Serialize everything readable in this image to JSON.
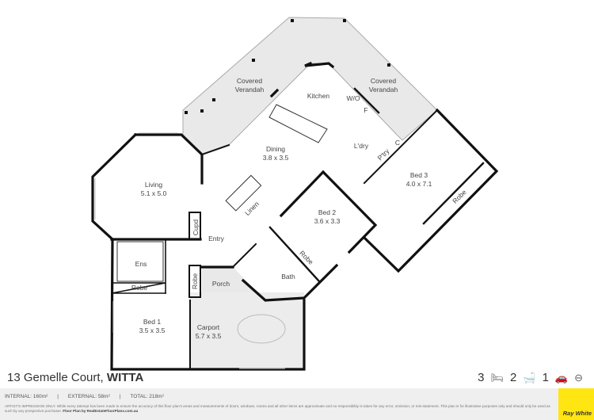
{
  "listing": {
    "street": "13 Gemelle Court,",
    "suburb": "WITTA"
  },
  "features": {
    "bedrooms": "3",
    "bathrooms": "2",
    "car_spaces": "1",
    "icons": [
      "bed-icon",
      "bath-icon",
      "car-icon",
      "compass-icon"
    ]
  },
  "areas": {
    "internal": "INTERNAL: 160m²",
    "external": "EXTERNAL: 58m²",
    "total": "TOTAL: 218m²",
    "separator": "|"
  },
  "disclaimer": {
    "text": "ARTIST'S IMPRESSION ONLY. While every attempt has been made to ensure the accuracy of this floor plan's areas and measurements of doors, windows, rooms and all other items are approximate and no responsibility is taken for any error, omission, or mis-statement. This plan is for illustrative purposes only and should only be used as such by any prospective purchaser.",
    "credit": "Floor Plan by RealEstateFloorPlans.com.au"
  },
  "brand": {
    "name": "Ray White",
    "color": "#ffe512"
  },
  "rooms": {
    "verandah_left": {
      "l1": "Covered",
      "l2": "Verandah"
    },
    "verandah_right": {
      "l1": "Covered",
      "l2": "Verandah"
    },
    "kitchen": "Kitchen",
    "wo": "W/O",
    "fridge": "F",
    "dining": {
      "name": "Dining",
      "dims": "3.8 x 3.5"
    },
    "laundry": "L'dry",
    "pantry": "P'try",
    "cupboard_c": "C",
    "bed3": {
      "name": "Bed 3",
      "dims": "4.0 x 7.1"
    },
    "bed3_robe": "Robe",
    "living": {
      "name": "Living",
      "dims": "5.1 x 5.0"
    },
    "linen": "Linen",
    "cupd": "Cupd",
    "entry": "Entry",
    "bed2": {
      "name": "Bed 2",
      "dims": "3.6 x 3.3"
    },
    "bed2_robe": "Robe",
    "ens": "Ens",
    "bed1_robe": "Robe",
    "entry_robe": "Robe",
    "porch": "Porch",
    "bath": "Bath",
    "bed1": {
      "name": "Bed 1",
      "dims": "3.5 x 3.5"
    },
    "carport": {
      "name": "Carport",
      "dims": "5.7 x 3.5"
    }
  }
}
